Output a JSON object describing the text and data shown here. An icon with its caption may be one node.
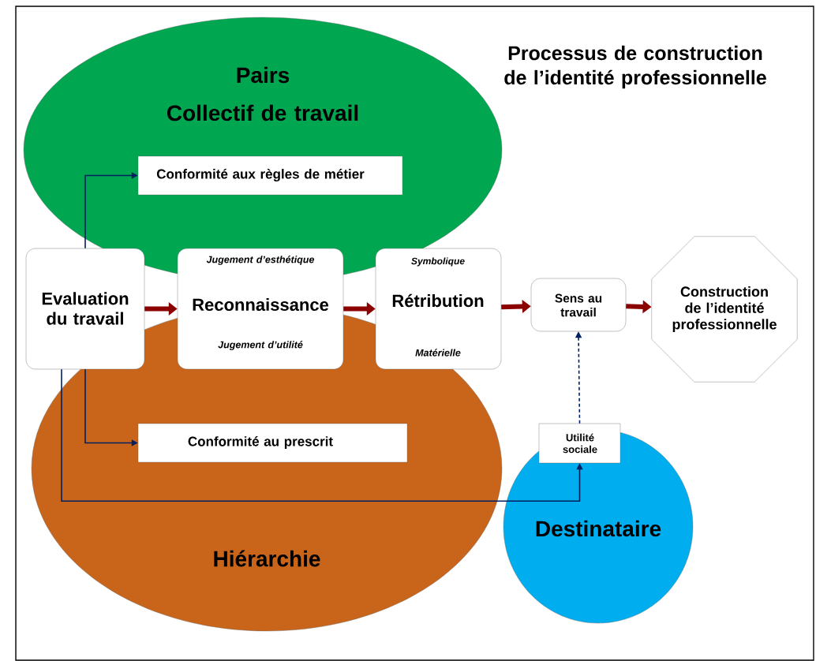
{
  "diagram": {
    "title": "Processus de construction de l’identité professionnelle",
    "nodes": [
      {
        "text": [
          "Pairs",
          "Collectif de travail"
        ]
      },
      {
        "text": [
          "Hiérarchie"
        ]
      },
      {
        "text": [
          "Destinataire"
        ]
      },
      {
        "text": [
          "Evaluation du travail"
        ]
      },
      {
        "text": [
          "Conformité aux règles de métier"
        ],
        "in": 0
      },
      {
        "text": [
          "Jugement d’esthétique",
          "Reconnaissance",
          "Jugement d’utilité"
        ]
      },
      {
        "text": [
          "Symbolique",
          "Rétribution",
          "Matérielle"
        ]
      },
      {
        "text": [
          "Conformité au prescrit"
        ],
        "in": 1
      },
      {
        "text": [
          "Sens au travail"
        ]
      },
      {
        "text": [
          "Utilité sociale"
        ],
        "in": 2
      },
      {
        "text": [
          "Construction de l’identité professionnelle"
        ]
      }
    ],
    "edges": [
      {
        "from": 3,
        "to": 4,
        "arrow": "to",
        "color": "#002060"
      },
      {
        "from": 3,
        "to": 7,
        "arrow": "to",
        "color": "#002060"
      },
      {
        "from": 3,
        "to": 9,
        "arrow": "to",
        "color": "#002060"
      },
      {
        "from": 3,
        "to": 5,
        "arrow": "to",
        "style": "thick",
        "color": "#8b0000"
      },
      {
        "from": 5,
        "to": 6,
        "arrow": "to",
        "style": "thick",
        "color": "#8b0000"
      },
      {
        "from": 6,
        "to": 8,
        "arrow": "to",
        "style": "thick",
        "color": "#8b0000"
      },
      {
        "from": 8,
        "to": 10,
        "arrow": "to",
        "style": "thick",
        "color": "#8b0000"
      },
      {
        "from": 9,
        "to": 8,
        "arrow": "to",
        "style": "dashed",
        "color": "#002060"
      }
    ]
  }
}
